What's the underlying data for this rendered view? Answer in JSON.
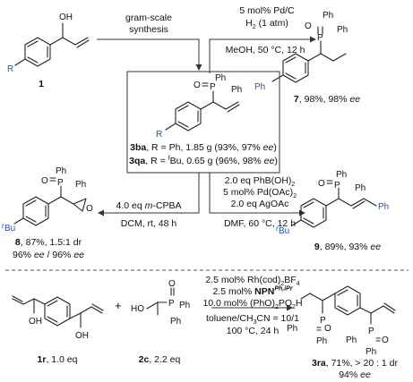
{
  "top": {
    "sm_label": "1",
    "arrow1_l1": "gram-scale",
    "arrow1_l2": "synthesis",
    "cond_a1": "5 mol% Pd/C",
    "cond_a2": "H",
    "cond_a2s": "2",
    "cond_a2b": " (1 atm)",
    "cond_a3": "MeOH, 50 °C, 12 h",
    "p7_num": "7",
    "p7_yield": ", 98%, 98% ",
    "ee": "ee"
  },
  "box": {
    "l1_num": "3ba",
    "l1_text": ", R = Ph, 1.85 g (93%, 97% ",
    "l1_end": ")",
    "l2_num": "3qa",
    "l2_text": ", R = ",
    "l2_t": "t",
    "l2_rest": "Bu, 0.65 g (96%, 98% ",
    "l2_end": ")"
  },
  "mid": {
    "left_c1": "4.0 eq ",
    "left_c1i": "m",
    "left_c1b": "-CPBA",
    "left_c2": "DCM, rt, 48 h",
    "p8_num": "8",
    "p8_l1": ", 87%, 1.5:1 dr",
    "p8_l2": "96% ",
    "p8_l2b": " / 96% ",
    "right_c1": "2.0 eq PhB(OH)",
    "right_c1s": "2",
    "right_c2": "5 mol% Pd(OAc)",
    "right_c2s": "2",
    "right_c3": "2.0 eq AgOAc",
    "right_c4": "DMF, 60 °C, 12 h",
    "p9_num": "9",
    "p9_text": ", 89%, 93% "
  },
  "bottom": {
    "c1": "2.5 mol% Rh(cod)",
    "c1s": "2",
    "c1b": "BF",
    "c1s2": "4",
    "c2": "2.5 mol% ",
    "c2b": "NPN",
    "c2sup": "Ph,iPr",
    "c3": "10.0 mol% (PhO)",
    "c3s": "2",
    "c3b": "PO",
    "c3s2": "2",
    "c3c": "H",
    "c4": "toluene/CH",
    "c4s": "3",
    "c4b": "CN = 10/1",
    "c5": "100 °C, 24 h",
    "r1_num": "1r",
    "r1_text": ", 1.0 eq",
    "r2_num": "2c",
    "r2_text": ", 2.2 eq",
    "plus": "+",
    "p3_num": "3ra",
    "p3_text": ", 71%, > 20 : 1 dr",
    "p3_ee": "94% "
  },
  "atoms": {
    "oh": "OH",
    "o": "O",
    "p": "P",
    "ph": "Ph",
    "r": "R",
    "tbu_t": "t",
    "tbu": "Bu",
    "ho": "HO"
  },
  "colors": {
    "accent_blue": "#1f4fd6",
    "box_border": "#444444",
    "bond": "#222222"
  }
}
